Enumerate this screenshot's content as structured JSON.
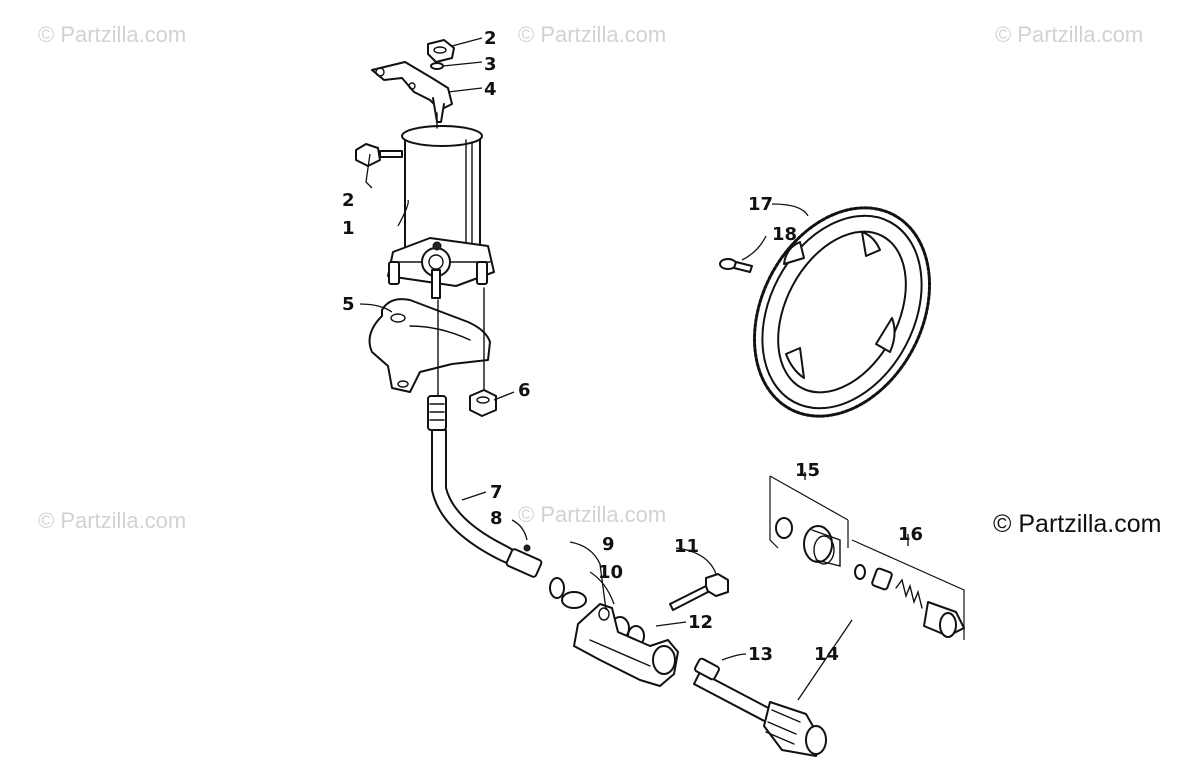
{
  "watermarks": [
    "© Partzilla.com",
    "© Partzilla.com",
    "© Partzilla.com",
    "© Partzilla.com",
    "© Partzilla.com"
  ],
  "brand_label": "© Partzilla.com",
  "callouts": [
    "1",
    "2",
    "2",
    "3",
    "4",
    "5",
    "6",
    "7",
    "8",
    "9",
    "10",
    "11",
    "12",
    "13",
    "14",
    "15",
    "16",
    "17",
    "18"
  ]
}
